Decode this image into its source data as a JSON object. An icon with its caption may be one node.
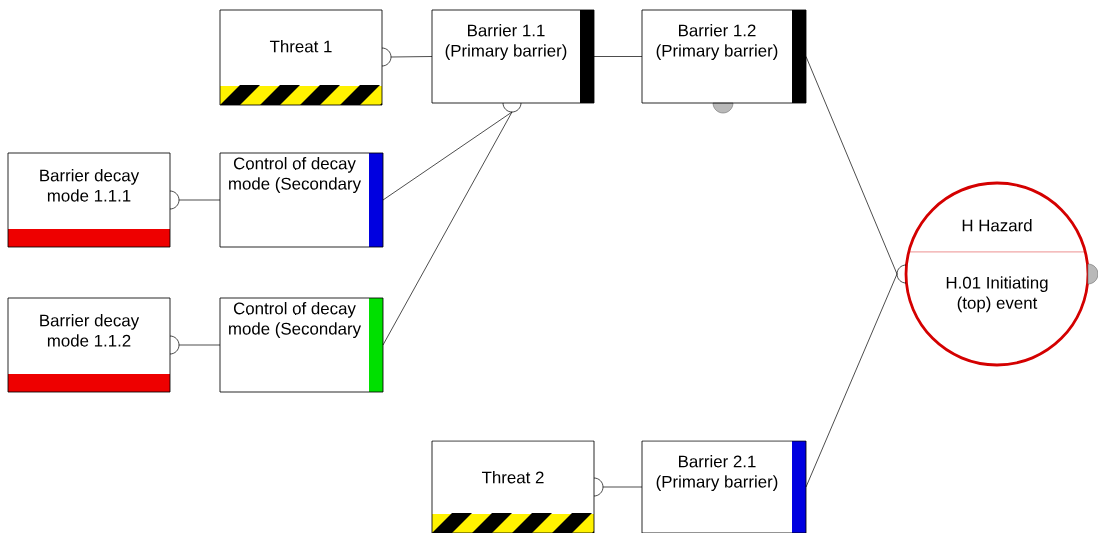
{
  "diagram": {
    "nodes": [
      {
        "text": [
          "Threat 1"
        ]
      },
      {
        "text": [
          "Barrier 1.1 (Primary barrier)"
        ]
      },
      {
        "text": [
          "Barrier 1.2 (Primary barrier)"
        ]
      },
      {
        "text": [
          "Barrier decay mode 1.1.1"
        ]
      },
      {
        "text": [
          "Control of decay mode (Secondary"
        ]
      },
      {
        "text": [
          "Barrier decay mode 1.1.2"
        ]
      },
      {
        "text": [
          "Control of decay mode (Secondary"
        ]
      },
      {
        "text": [
          "H Hazard",
          "H.01 Initiating (top) event"
        ]
      },
      {
        "text": [
          "Threat 2"
        ]
      },
      {
        "text": [
          "Barrier 2.1 (Primary barrier)"
        ]
      }
    ],
    "edges": [
      {
        "from": 1,
        "to": 0,
        "arrow": "none"
      },
      {
        "from": 1,
        "to": 2,
        "arrow": "none"
      },
      {
        "from": 4,
        "to": 1,
        "arrow": "none"
      },
      {
        "from": 6,
        "to": 1,
        "arrow": "none"
      },
      {
        "from": 4,
        "to": 3,
        "arrow": "none"
      },
      {
        "from": 6,
        "to": 5,
        "arrow": "none"
      },
      {
        "from": 2,
        "to": 7,
        "arrow": "none"
      },
      {
        "from": 9,
        "to": 7,
        "arrow": "none"
      },
      {
        "from": 9,
        "to": 8,
        "arrow": "none"
      }
    ]
  }
}
